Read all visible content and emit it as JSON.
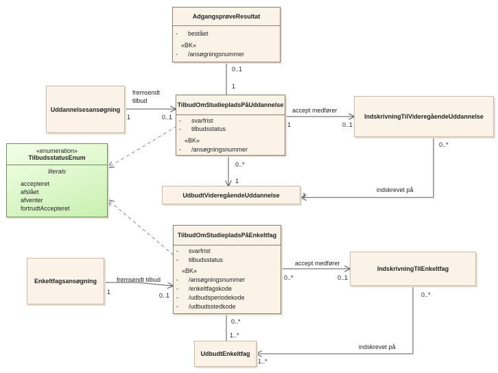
{
  "classes": {
    "adgang": {
      "name": "AdgangsprøveResultat",
      "attr1": "bestået",
      "bk": "«BK»",
      "attr2": "/ansøgningsnummer"
    },
    "uddannelsesansoegning": {
      "name": "Uddannelsesansøgning"
    },
    "tilbudUdd": {
      "name": "TilbudOmStudiepladsPåUddannelse",
      "attr1": "svarfrist",
      "attr2": "tilbudsstatus",
      "bk": "«BK»",
      "attr3": "/ansøgningsnummer"
    },
    "indskrivUdd": {
      "name": "IndskrivningTilVideregåendeUddannelse"
    },
    "enum": {
      "stereotype": "«enumeration»",
      "name": "TilbudsstatusEnum",
      "section": "literals",
      "literals": [
        "accepteret",
        "afslået",
        "afventer",
        "fortrudtAccepteret"
      ]
    },
    "udbudtUdd": {
      "name": "UdbudtVideregåendeUddannelse"
    },
    "tilbudEnk": {
      "name": "TilbudOmStudiepladsPåEnkeltfag",
      "attr1": "svarfrist",
      "attr2": "tilbudsstatus",
      "bk": "«BK»",
      "attrs": [
        "/ansøgningsnummer",
        "/enkeltfagskode",
        "/udbudsperiodekode",
        "/udbudsstedkode"
      ]
    },
    "enkeltfagsansoegning": {
      "name": "Enkeltfagsansøgning"
    },
    "indskrivEnk": {
      "name": "IndskrivningTilEnkeltfag"
    },
    "udbudtEnk": {
      "name": "UdbudtEnkeltfag"
    }
  },
  "visibility": "-",
  "associations": {
    "fremsendtTilbud1": {
      "label_line1": "fremsendt",
      "label_line2": "tilbud",
      "src_mult": "1",
      "dst_mult": "0..1"
    },
    "adgangTilbud": {
      "src_mult": "0..1",
      "dst_mult": "1"
    },
    "acceptUdd": {
      "label": "accept medfører",
      "src_mult": "1",
      "dst_mult": "0..1"
    },
    "tilbudUdbudtUdd": {
      "src_mult": "0..*",
      "dst_mult": "1"
    },
    "indskrevetUdd": {
      "label": "indskrevet på",
      "src_mult": "0..*",
      "dst_mult": "1"
    },
    "fremsendtTilbud2": {
      "label": "fremsendt tilbud",
      "src_mult": "1",
      "dst_mult": "0..1"
    },
    "acceptEnk": {
      "label": "accept medfører",
      "src_mult": "0..*",
      "dst_mult": "0..1"
    },
    "tilbudUdbudtEnk": {
      "src_mult": "0..*",
      "dst_mult": "1..*"
    },
    "indskrevetEnk": {
      "label": "indskrevet på",
      "src_mult": "0..*",
      "dst_mult": "1..*"
    }
  },
  "colors": {
    "class_fill": "#fbf2e8",
    "class_border": "#8a7c6c",
    "enum_fill": "#c9f0b0",
    "line": "#555555",
    "dashed": "#8a8a8a"
  }
}
